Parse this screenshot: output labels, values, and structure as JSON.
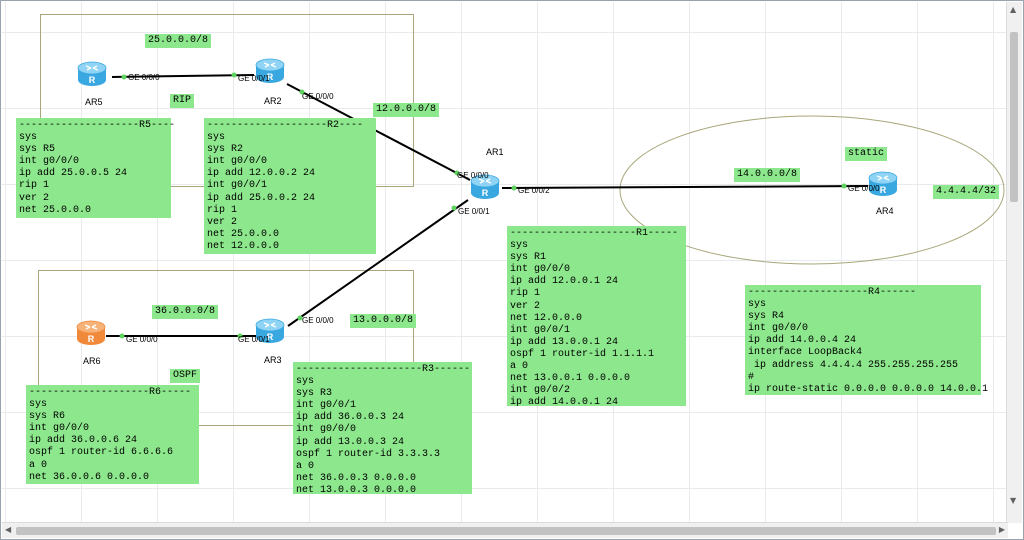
{
  "areas": {
    "rip": "RIP",
    "ospf": "OSPF",
    "static": "static"
  },
  "networks": {
    "n25": "25.0.0.0/8",
    "n12": "12.0.0.0/8",
    "n36": "36.0.0.0/8",
    "n13": "13.0.0.0/8",
    "n14": "14.0.0.0/8",
    "n4": "4.4.4.4/32"
  },
  "routers": {
    "ar1": "AR1",
    "ar2": "AR2",
    "ar3": "AR3",
    "ar4": "AR4",
    "ar5": "AR5",
    "ar6": "AR6"
  },
  "interfaces": {
    "ar5_g000": "GE 0/0/0",
    "ar2_g001": "GE 0/0/1",
    "ar2_g000": "GE 0/0/0",
    "ar1_g000": "GE 0/0/0",
    "ar1_g001": "GE 0/0/1",
    "ar1_g002": "GE 0/0/2",
    "ar4_g000": "GE 0/0/0",
    "ar6_g000": "GE 0/0/0",
    "ar3_g001": "GE 0/0/1",
    "ar3_g000": "GE 0/0/0"
  },
  "colors": {
    "router_blue": "#3aa8e0",
    "router_orange": "#f08a3a",
    "config_green": "#8de88d",
    "link": "#000000",
    "area_border": "#a8a67a"
  },
  "configs": {
    "r5": [
      "--------------------R5----",
      "sys",
      "sys R5",
      "int g0/0/0",
      "ip add 25.0.0.5 24",
      "rip 1",
      "ver 2",
      "net 25.0.0.0"
    ],
    "r2": [
      "--------------------R2----",
      "sys",
      "sys R2",
      "int g0/0/0",
      "ip add 12.0.0.2 24",
      "int g0/0/1",
      "ip add 25.0.0.2 24",
      "rip 1",
      "ver 2",
      "net 25.0.0.0",
      "net 12.0.0.0"
    ],
    "r1": [
      "---------------------R1-----",
      "sys",
      "sys R1",
      "int g0/0/0",
      "ip add 12.0.0.1 24",
      "rip 1",
      "ver 2",
      "net 12.0.0.0",
      "int g0/0/1",
      "ip add 13.0.0.1 24",
      "ospf 1 router-id 1.1.1.1",
      "a 0",
      "net 13.0.0.1 0.0.0.0",
      "int g0/0/2",
      "ip add 14.0.0.1 24"
    ],
    "r4": [
      "--------------------R4------",
      "sys",
      "sys R4",
      "int g0/0/0",
      "ip add 14.0.0.4 24",
      "interface LoopBack4",
      " ip address 4.4.4.4 255.255.255.255",
      "#",
      "ip route-static 0.0.0.0 0.0.0.0 14.0.0.1"
    ],
    "r6": [
      "--------------------R6-----",
      "sys",
      "sys R6",
      "int g0/0/0",
      "ip add 36.0.0.6 24",
      "ospf 1 router-id 6.6.6.6",
      "a 0",
      "net 36.0.0.6 0.0.0.0"
    ],
    "r3": [
      "---------------------R3------",
      "sys",
      "sys R3",
      "int g0/0/1",
      "ip add 36.0.0.3 24",
      "int g0/0/0",
      "ip add 13.0.0.3 24",
      "ospf 1 router-id 3.3.3.3",
      "a 0",
      "net 36.0.0.3 0.0.0.0",
      "net 13.0.0.3 0.0.0.0"
    ]
  }
}
